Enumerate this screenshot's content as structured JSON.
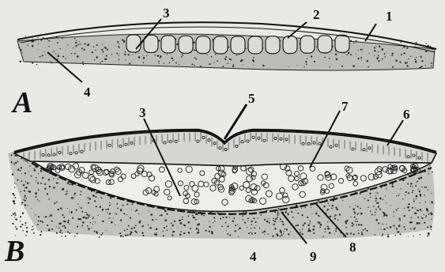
{
  "panels": [
    {
      "id": "A",
      "label": "A"
    },
    {
      "id": "B",
      "label": "B"
    }
  ],
  "callouts": {
    "A": [
      "1",
      "2",
      "3",
      "4"
    ],
    "B": [
      "3",
      "4",
      "5",
      "6",
      "7",
      "8",
      "9"
    ]
  },
  "colors": {
    "ink": "#111111",
    "paper": "#e9e9e6",
    "stipple": "#2a2a2a"
  }
}
